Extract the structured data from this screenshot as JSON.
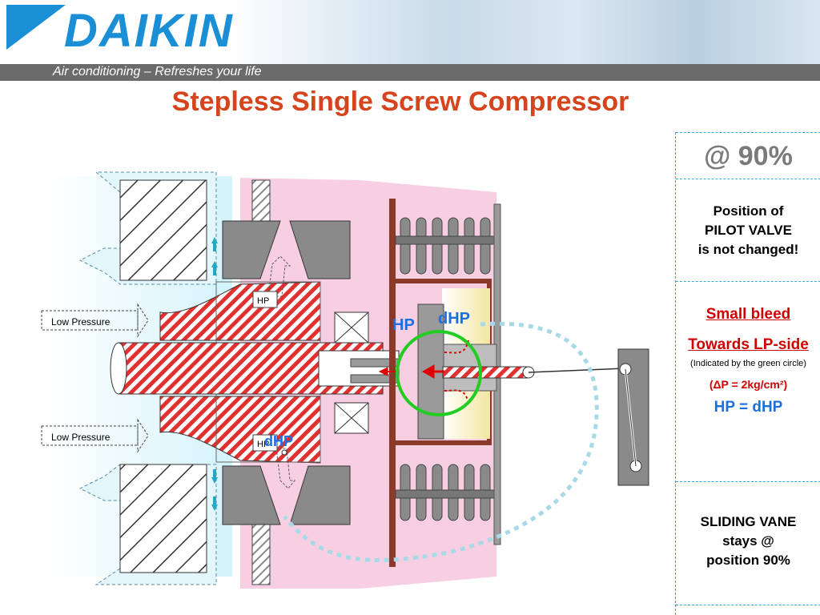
{
  "header": {
    "logo_text": "DAIKIN",
    "tagline": "Air conditioning – Refreshes your life",
    "brand_color": "#1b8fd6"
  },
  "title": "Stepless Single Screw Compressor",
  "panel": {
    "percent": "@ 90%",
    "pilot_valve": [
      "Position of",
      "PILOT VALVE",
      "is not changed!"
    ],
    "small_bleed": "Small bleed",
    "towards_lp": "Towards LP-side",
    "indicated": "(Indicated by the green circle)",
    "delta_p": "(ΔP = 2kg/cm²)",
    "hp_eq": "HP = dHP",
    "sliding_vane": [
      "SLIDING VANE",
      "stays @",
      "position 90%"
    ]
  },
  "diagram": {
    "low_pressure_top": "Low Pressure",
    "low_pressure_bottom": "Low Pressure",
    "hp_small_top": "HP",
    "hp_small_bottom": "HP",
    "dhp_bottom": "dHP",
    "hp_big": "HP",
    "dhp_big": "dHP",
    "colors": {
      "accent_red": "#d00000",
      "blue_label": "#1b6fe0",
      "green_circle": "#22cc22",
      "pink": "#f6c6dd",
      "light_blue": "#d6f3fb",
      "brown": "#8b3a2a"
    }
  }
}
